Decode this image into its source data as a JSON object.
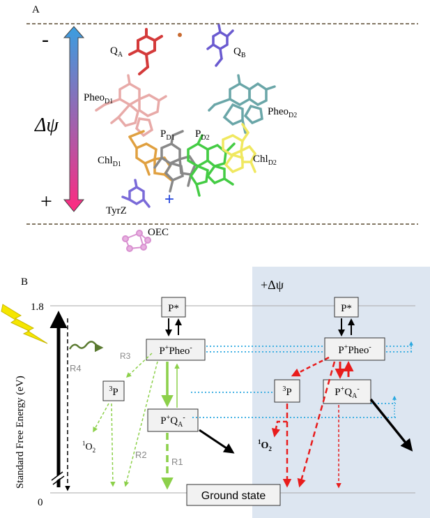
{
  "panel_a": {
    "label": "A",
    "minus": "-",
    "plus": "+",
    "delta_psi": "Δψ",
    "gradient_top": "#3a9ee0",
    "gradient_bottom": "#ff2a80",
    "molecules": {
      "qa": {
        "main": "Q",
        "sub": "A"
      },
      "qb": {
        "main": "Q",
        "sub": "B"
      },
      "pheo_d1": {
        "main": "Pheo",
        "sub": "D1"
      },
      "pheo_d2": {
        "main": "Pheo",
        "sub": "D2"
      },
      "p_d1": {
        "main": "P",
        "sub": "D1"
      },
      "p_d2": {
        "main": "P",
        "sub": "D2"
      },
      "chl_d1": {
        "main": "Chl",
        "sub": "D1"
      },
      "chl_d2": {
        "main": "Chl",
        "sub": "D2"
      },
      "tyrz": "TyrZ",
      "oec": "OEC"
    },
    "colors": {
      "qa": "#d43a3a",
      "qb": "#6a5ad0",
      "pheo_d1": "#e8aaa8",
      "pheo_d2": "#6aa6a8",
      "chl_d1": "#e0a040",
      "chl_d2": "#f0e860",
      "p_d1": "#888888",
      "p_d2": "#44cc44",
      "tyrz": "#7a6ad8",
      "oec": "#e8b0e0",
      "charge_plus": "#2244dd"
    },
    "charge_plus": "+"
  },
  "panel_b": {
    "label": "B",
    "y_axis_label": "Standard Free Energy (eV)",
    "tick_top": "1.8",
    "tick_bottom": "0",
    "shaded_label": "+Δψ",
    "shade_color": "#dde6f1",
    "states_left": {
      "p_star": "P*",
      "p_pheo": {
        "a": "P",
        "a_sup": "+",
        "b": "Pheo",
        "b_sup": "-"
      },
      "triplet": {
        "sup": "3",
        "main": "P"
      },
      "p_qa": {
        "a": "P",
        "a_sup": "+",
        "b": "Q",
        "b_sub": "A",
        "c_sup": "-"
      },
      "singlet_o2": {
        "sup": "1",
        "main": "O",
        "sub": "2"
      }
    },
    "states_right": {
      "p_star": "P*",
      "p_pheo": {
        "a": "P",
        "a_sup": "+",
        "b": "Pheo",
        "b_sup": "-"
      },
      "triplet": {
        "sup": "3",
        "main": "P"
      },
      "p_qa": {
        "a": "P",
        "a_sup": "+",
        "b": "Q",
        "b_sub": "A",
        "c_sup": "-"
      },
      "singlet_o2": {
        "sup": "1",
        "main": "O",
        "sub": "2"
      }
    },
    "ground_state": "Ground state",
    "routes": {
      "r1": "R1",
      "r2": "R2",
      "r3": "R3",
      "r4": "R4"
    },
    "colors": {
      "green": "#8cd04a",
      "red": "#e81c1c",
      "cyan": "#2aa8e0",
      "flash": "#f5e600",
      "level_line": "#aaaaaa"
    }
  }
}
